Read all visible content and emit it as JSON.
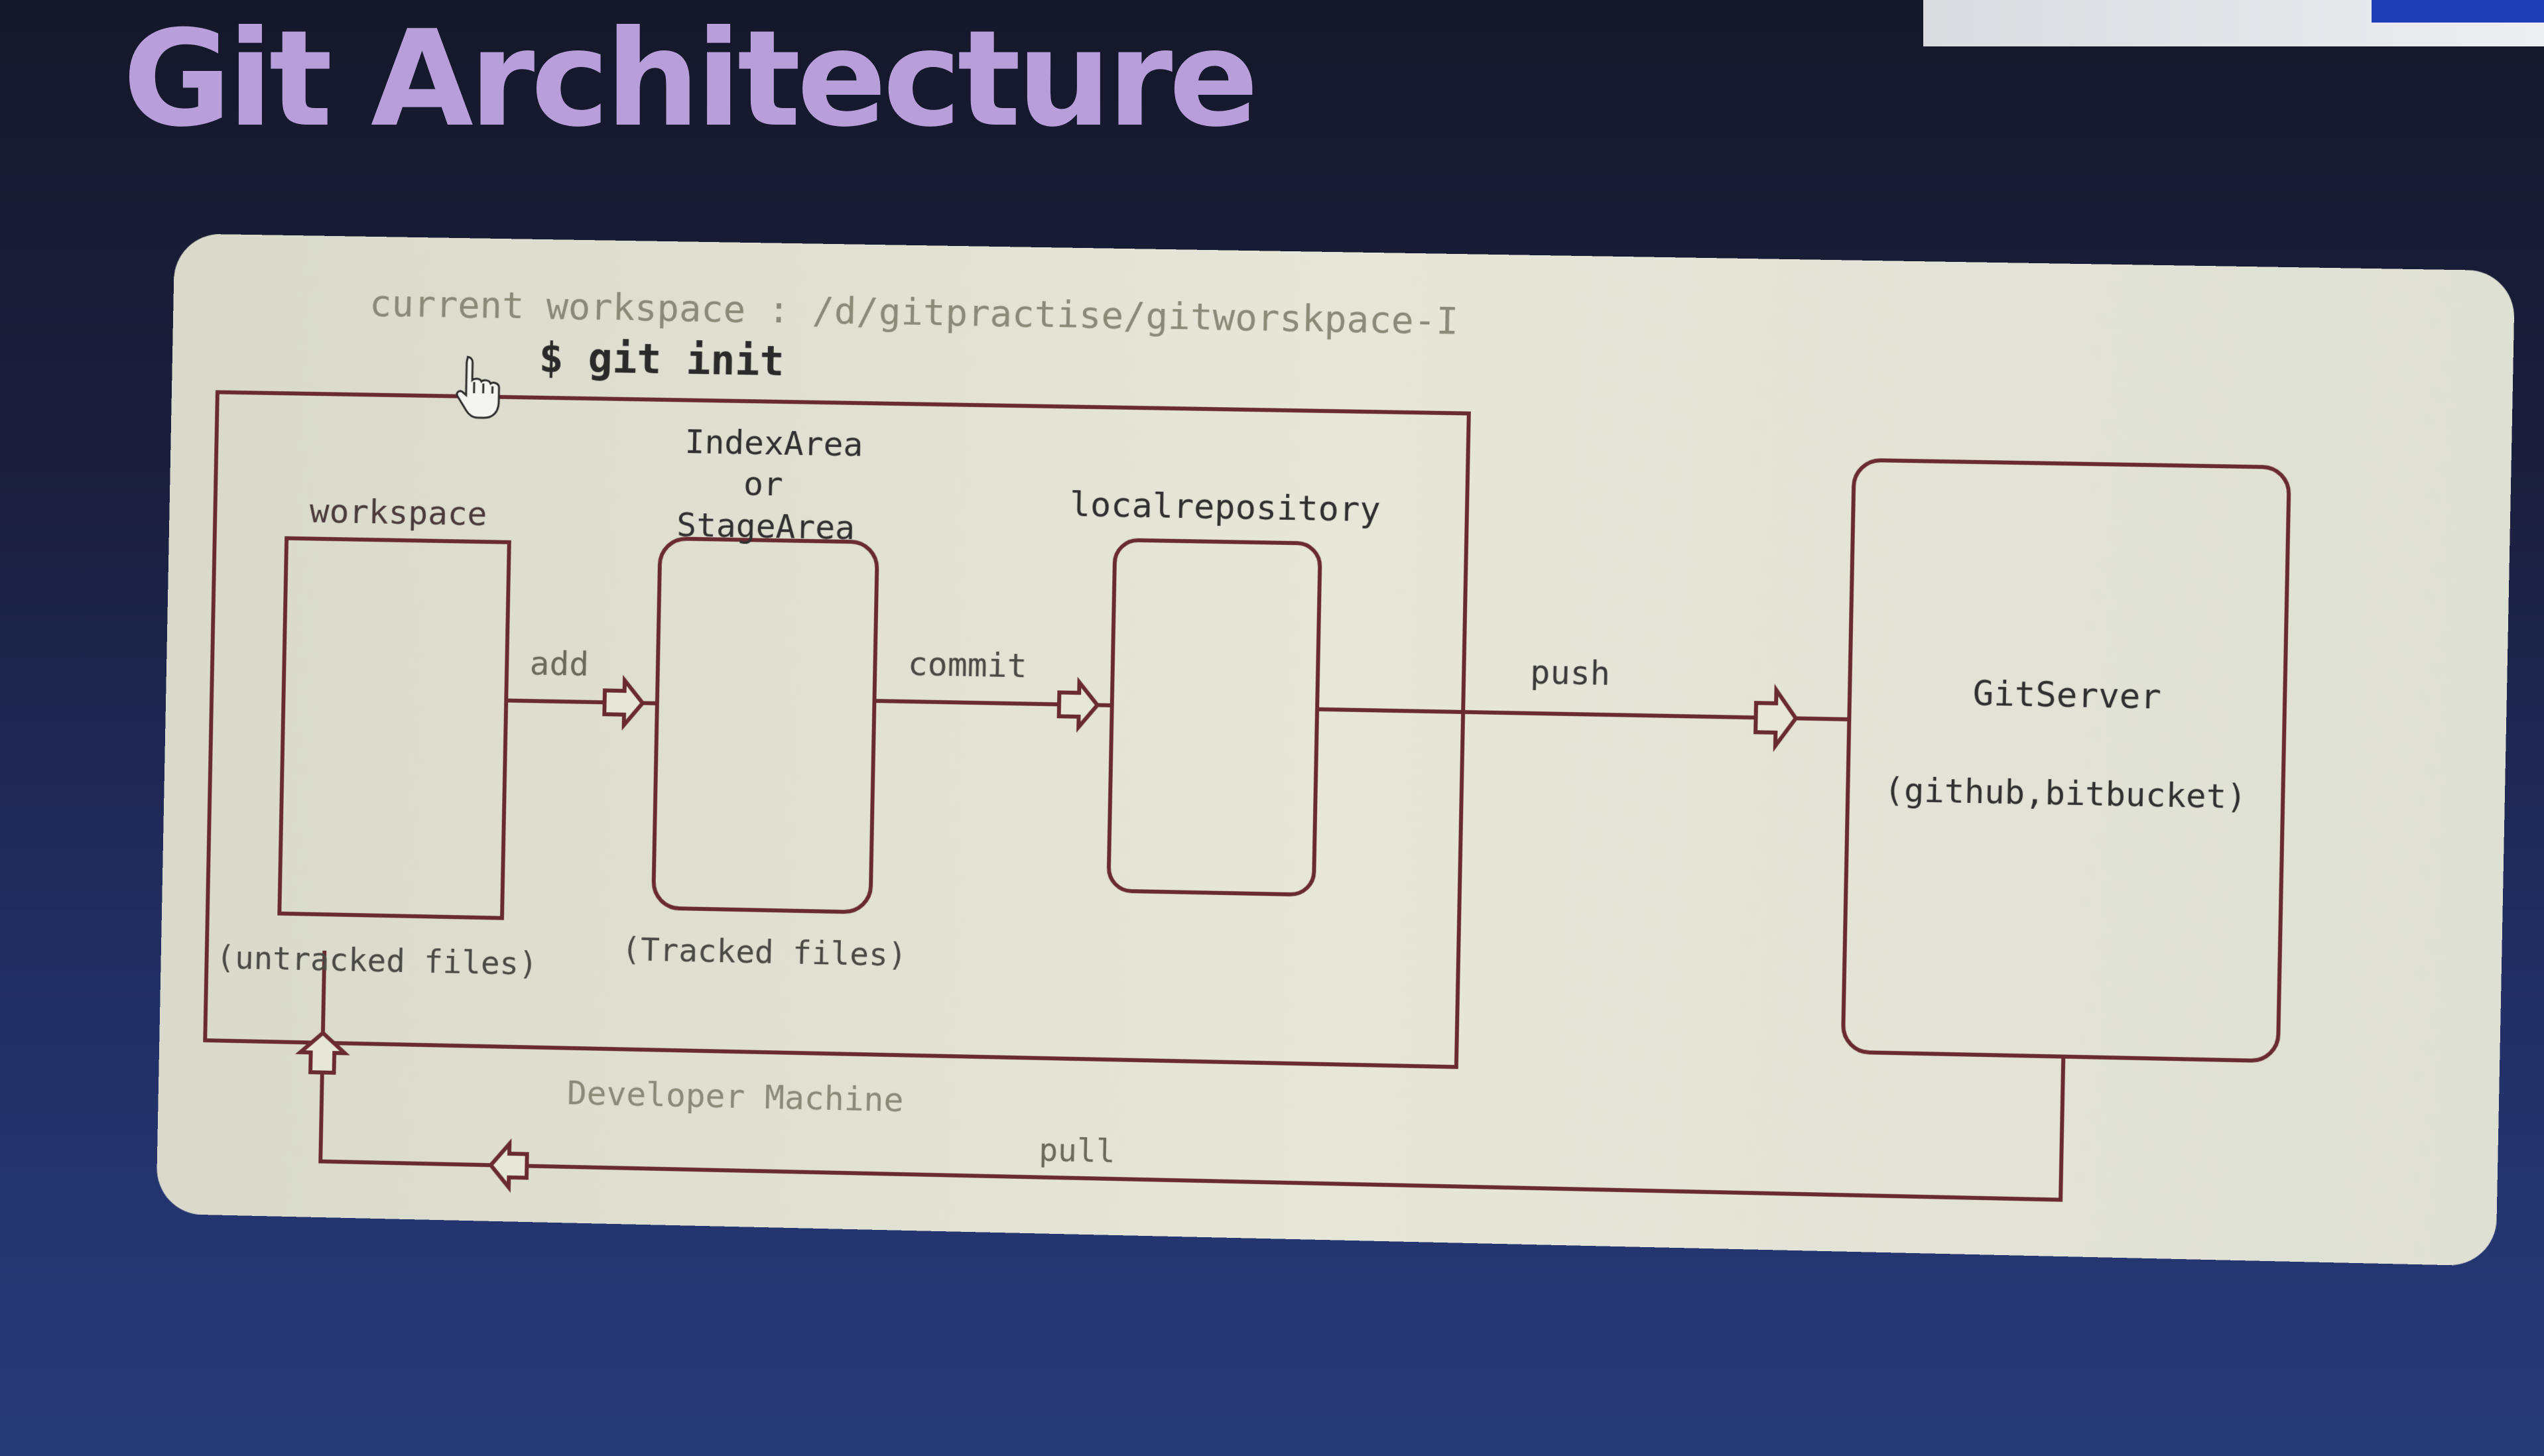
{
  "slide": {
    "title": "Git Architecture"
  },
  "diagram": {
    "workspace_path": "current workspace : /d/gitpractise/gitworskpace-I",
    "command": "$ git init",
    "workspace": {
      "label": "workspace",
      "caption": "(untracked files)"
    },
    "index": {
      "label_line1": "IndexArea",
      "label_line2": "or",
      "label_line3": "StageArea",
      "caption": "(Tracked files)"
    },
    "local_repo": {
      "label": "localrepository"
    },
    "git_server": {
      "label": "GitServer",
      "sub": "(github,bitbucket)"
    },
    "arrows": {
      "add": "add",
      "commit": "commit",
      "push": "push",
      "pull": "pull"
    },
    "machine_label": "Developer Machine"
  },
  "colors": {
    "title": "#b89fda",
    "card": "#e3e3d6",
    "line": "#6a2a32",
    "text": "#3a3a3a",
    "faded_text": "#8a8a78",
    "background": "#1b2040"
  },
  "icons": [
    "hand-pointer-icon",
    "arrow-right-icon",
    "arrow-up-icon",
    "arrow-left-icon"
  ]
}
